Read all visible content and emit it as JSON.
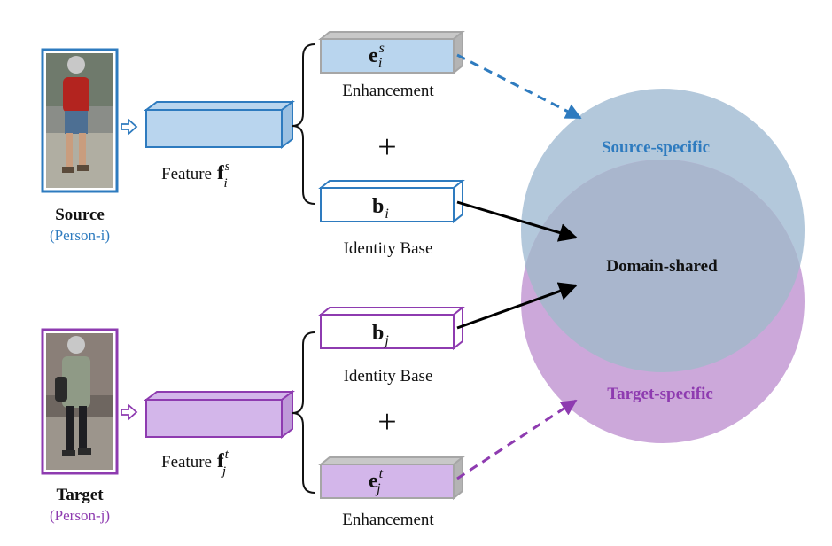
{
  "colors": {
    "source": "#2e7bbf",
    "source_fill": "#b9d5ee",
    "target": "#8e3bb0",
    "target_fill": "#d3b6ea",
    "source_circle": "#b3c8db",
    "target_circle": "#cca8da",
    "shared_region": "#a9b6cd",
    "gray_box": "#a6a6a6",
    "arrow": "#000000"
  },
  "source": {
    "title": "Source",
    "person": "(Person-i)",
    "feature_label": "Feature",
    "feature_sym": "f",
    "feature_sup": "s",
    "feature_sub": "i",
    "enhancement_label": "Enhancement",
    "enhancement_sym": "e",
    "enhancement_sup": "s",
    "enhancement_sub": "i",
    "base_label": "Identity Base",
    "base_sym": "b",
    "base_sub": "i"
  },
  "target": {
    "title": "Target",
    "person": "(Person-j)",
    "feature_label": "Feature",
    "feature_sym": "f",
    "feature_sup": "t",
    "feature_sub": "j",
    "enhancement_label": "Enhancement",
    "enhancement_sym": "e",
    "enhancement_sup": "t",
    "enhancement_sub": "j",
    "base_label": "Identity Base",
    "base_sym": "b",
    "base_sub": "j"
  },
  "plus": "+",
  "venn": {
    "source_specific": "Source-specific",
    "domain_shared": "Domain-shared",
    "target_specific": "Target-specific"
  },
  "icons": {
    "source_photo": "person-photo-icon",
    "target_photo": "person-photo-icon",
    "flow_arrow": "hollow-arrow-icon"
  }
}
